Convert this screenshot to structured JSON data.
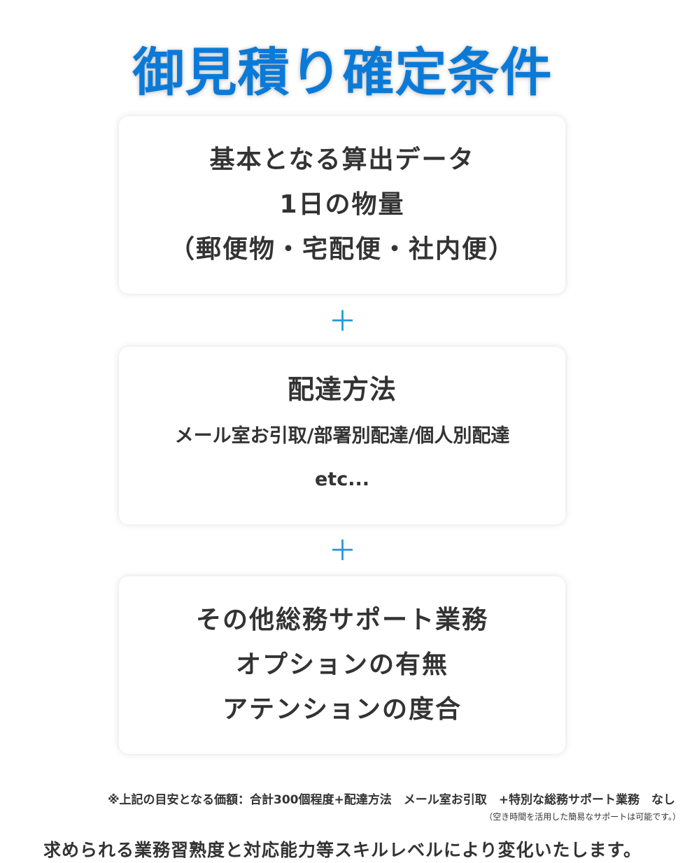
{
  "title": "御見積り確定条件",
  "cards": [
    {
      "lines": [
        "基本となる算出データ",
        "1日の物量",
        "（郵便物・宅配便・社内便）"
      ]
    },
    {
      "heading": "配達方法",
      "lines": [
        "メール室お引取/部署別配達/個人別配達",
        "etc..."
      ]
    },
    {
      "lines": [
        "その他総務サポート業務",
        "オプションの有無",
        "アテンションの度合"
      ]
    }
  ],
  "plus_symbol": "＋",
  "note": "※上記の目安となる価額：合計300個程度+配達方法　メール室お引取　+特別な総務サポート業務　なし",
  "note_small": "（空き時間を活用した簡易なサポートは可能です。）",
  "footer": "求められる業務習熟度と対応能力等スキルレベルにより変化いたします。",
  "colors": {
    "title": "#0a7ad8",
    "plus": "#1f9ad8",
    "text": "#333333"
  }
}
